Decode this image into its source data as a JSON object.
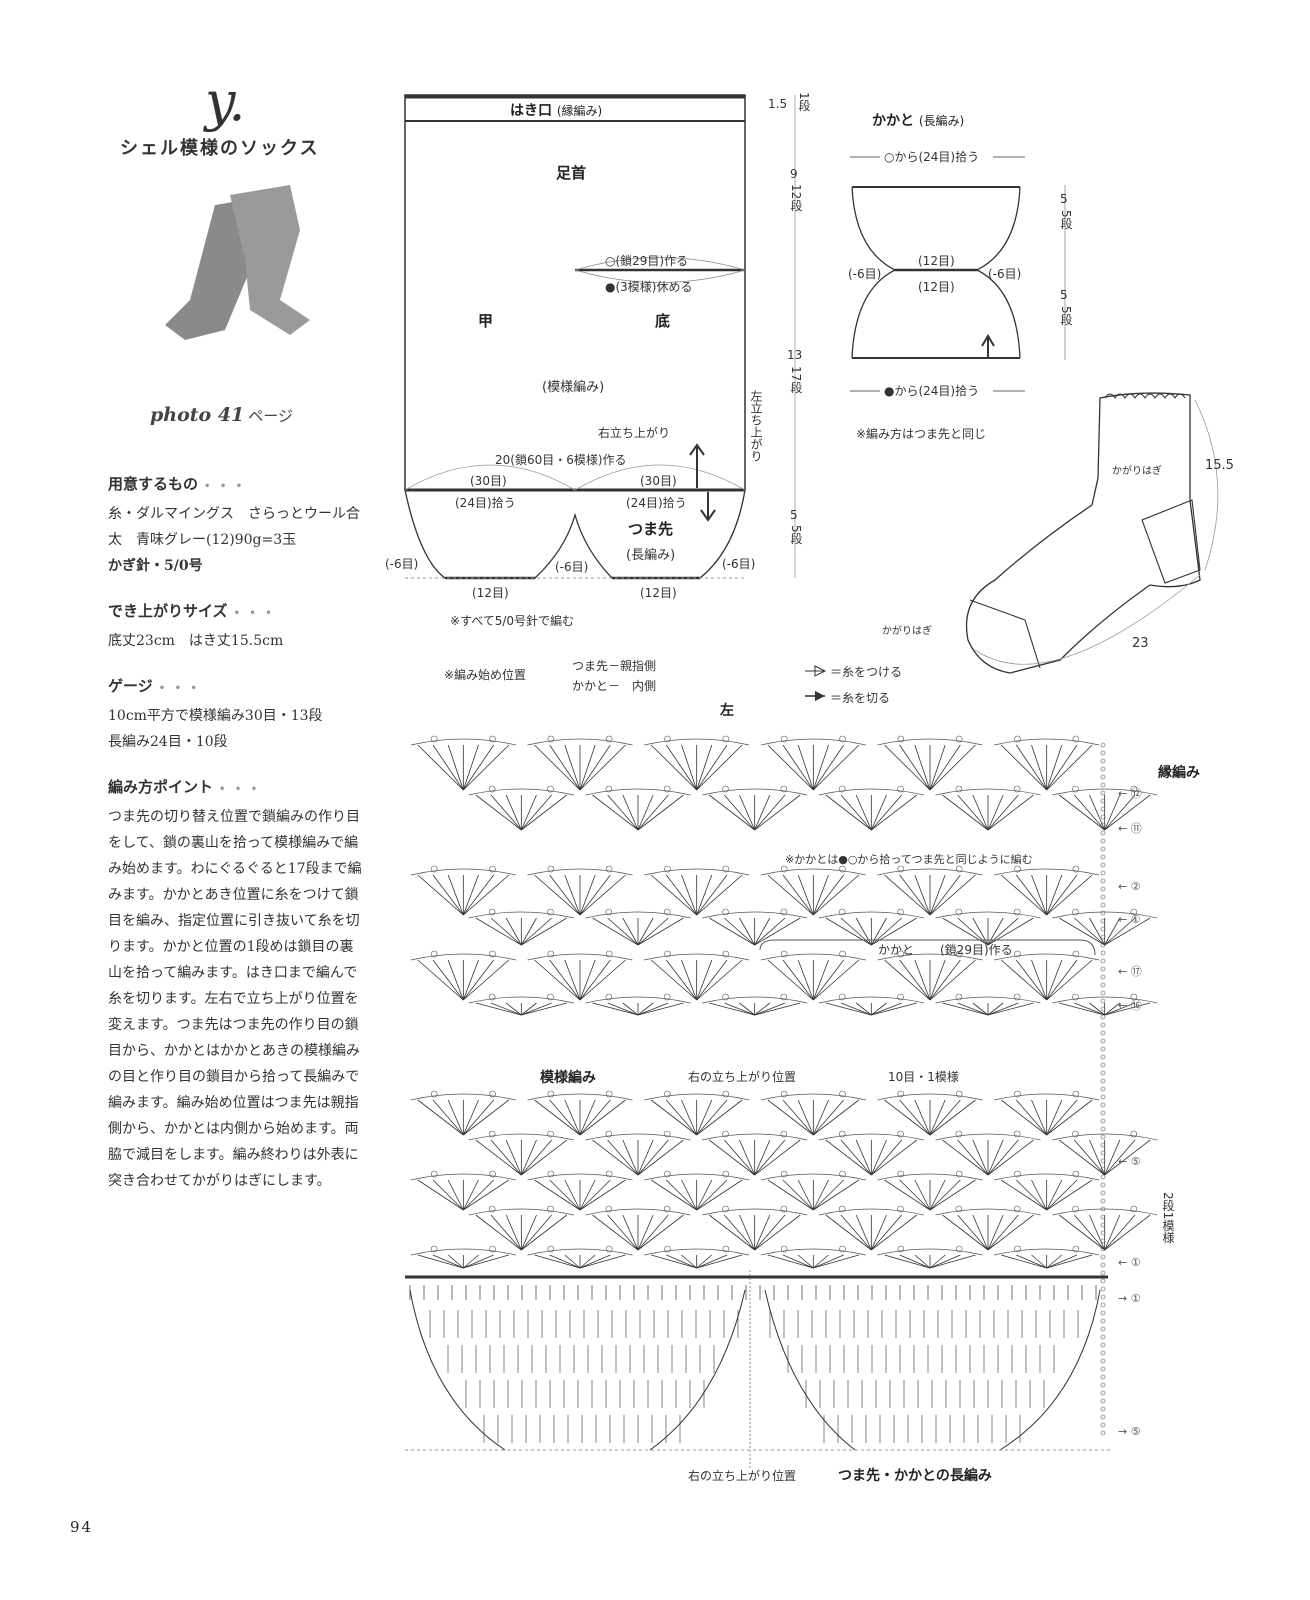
{
  "header": {
    "mark": "y.",
    "title": "シェル模様のソックス",
    "photo_ref_italic": "photo 41",
    "photo_ref_suffix": "ページ"
  },
  "materials": {
    "heading": "用意するもの",
    "dots": "• • •",
    "yarn": "糸・ダルマイングス　さらっとウール合太　青味グレー(12)90g=3玉",
    "hook": "かぎ針・5/0号"
  },
  "size": {
    "heading": "でき上がりサイズ",
    "dots": "• • •",
    "text": "底丈23cm　はき丈15.5cm"
  },
  "gauge": {
    "heading": "ゲージ",
    "dots": "• • •",
    "line1": "10cm平方で模様編み30目・13段",
    "line2": "長編み24目・10段"
  },
  "points": {
    "heading": "編み方ポイント",
    "dots": "• • •",
    "text": "つま先の切り替え位置で鎖編みの作り目をして、鎖の裏山を拾って模様編みで編み始めます。わにぐるぐると17段まで編みます。かかとあき位置に糸をつけて鎖目を編み、指定位置に引き抜いて糸を切ります。かかと位置の1段めは鎖目の裏山を拾って編みます。はき口まで編んで糸を切ります。左右で立ち上がり位置を変えます。つま先はつま先の作り目の鎖目から、かかとはかかとあきの模様編みの目と作り目の鎖目から拾って長編みで編みます。編み始め位置はつま先は親指側から、かかとは内側から始めます。両脇で減目をします。編み終わりは外表に突き合わせてかがりはぎにします。"
  },
  "page_number": "94",
  "body_diagram": {
    "cuff": "はき口",
    "cuff_sub": "(縁編み)",
    "ankle": "足首",
    "instep": "甲",
    "sole": "底",
    "pattern": "(模様編み)",
    "heel_open_top": "○(鎖29目)作る",
    "heel_open_bottom": "●(3模様)休める",
    "right_rise": "右立ち上がり",
    "left_rise": "左立ち上がり",
    "foundation": "20(鎖60目・6模様)作る",
    "st30a": "(30目)",
    "st30b": "(30目)",
    "pick24a": "(24目)拾う",
    "pick24b": "(24目)拾う",
    "toe": "つま先",
    "toe_sub": "(長編み)",
    "dec_left": "(-6目)",
    "dec_mid": "(-6目)",
    "dec_right": "(-6目)",
    "st12a": "(12目)",
    "st12b": "(12目)",
    "note_hook": "※すべて5/0号針で編む",
    "dims": [
      {
        "cm": "1.5",
        "rows": "1段"
      },
      {
        "cm": "9",
        "rows": "12段"
      },
      {
        "cm": "13",
        "rows": "17段"
      },
      {
        "cm": "5",
        "rows": "5段"
      }
    ]
  },
  "heel_diagram": {
    "title": "かかと",
    "title_sub": "(長編み)",
    "top": "○から(24目)拾う",
    "bottom": "●から(24目)拾う",
    "mid_top": "(12目)",
    "mid_bottom": "(12目)",
    "dec_left": "(-6目)",
    "dec_right": "(-6目)",
    "note": "※編み方はつま先と同じ",
    "dims": [
      {
        "cm": "5",
        "rows": "5段"
      },
      {
        "cm": "5",
        "rows": "5段"
      }
    ]
  },
  "sock_view": {
    "seam1": "かがりはぎ",
    "seam2": "かがりはぎ",
    "height": "15.5",
    "length": "23"
  },
  "legend": {
    "start_label": "※編み始め位置",
    "toe_side": "つま先－親指側",
    "heel_side": "かかと－　内側",
    "attach": "＝糸をつける",
    "cut": "＝糸を切る"
  },
  "chart": {
    "left_label": "左",
    "edge_label": "縁編み",
    "heel_note": "※かかとは●○から拾ってつま先と同じように編む",
    "heel_chain": "かかと",
    "heel_chain2": "(鎖29目)作る",
    "pattern_label": "模様編み",
    "right_rise": "右の立ち上がり位置",
    "repeat": "10目・1模様",
    "repeat_rows": "2段1模様",
    "bottom_rise": "右の立ち上がり位置",
    "bottom_label": "つま先・かかとの長編み",
    "rows": [
      "⑫",
      "⑪",
      "②",
      "①",
      "⑰",
      "⑯",
      "⑤",
      "①",
      "①",
      "⑤"
    ]
  }
}
